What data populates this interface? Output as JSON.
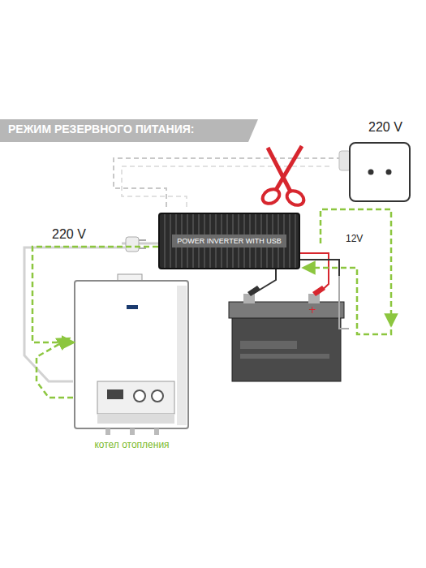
{
  "diagram": {
    "title": "РЕЖИМ РЕЗЕРВНОГО ПИТАНИЯ:",
    "nodes": [
      {
        "text": [
          "POWER INVERTER WITH USB"
        ]
      },
      {
        "text": [
          "котел отопления"
        ]
      }
    ],
    "edges": [
      {
        "from": 0,
        "to": 1,
        "label": "220 V",
        "arrow": "to"
      }
    ],
    "labels": [
      "220 V",
      "12V"
    ]
  }
}
